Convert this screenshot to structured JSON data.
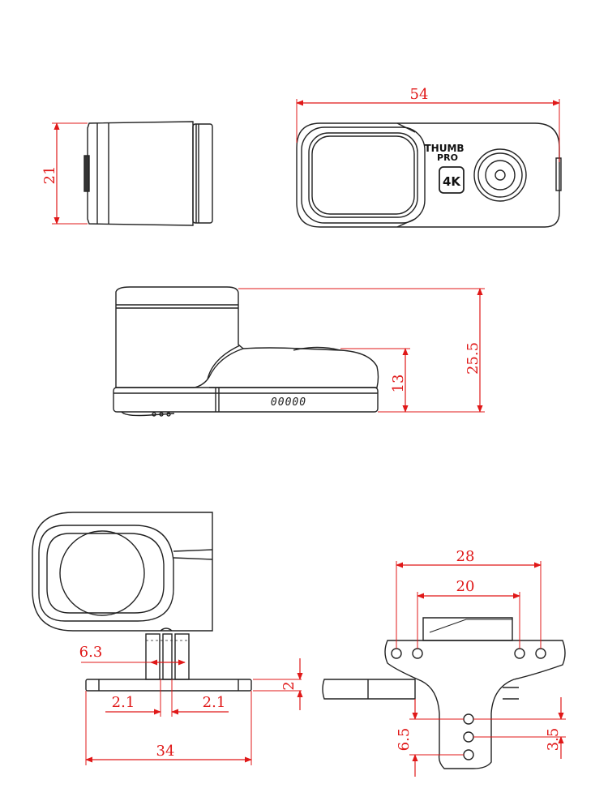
{
  "colors": {
    "outline": "#222222",
    "dimension": "#e01818"
  },
  "front_view": {
    "logo_line1": "THUMB",
    "logo_line2": "PRO",
    "badge": "4K",
    "width_dim": "54"
  },
  "side_view": {
    "height_dim": "21"
  },
  "profile_view": {
    "vent_text": "00000",
    "total_height_dim": "25.5",
    "body_height_dim": "13"
  },
  "mount_front_view": {
    "gap_dim": "6.3",
    "plate_thickness_dim": "2",
    "left_leg_dim": "2.1",
    "right_leg_dim": "2.1",
    "base_width_dim": "34"
  },
  "bracket_view": {
    "outer_holes_dim": "28",
    "inner_holes_dim": "20",
    "hole_span_dim": "6.5",
    "hole_pitch_dim": "3.5"
  }
}
